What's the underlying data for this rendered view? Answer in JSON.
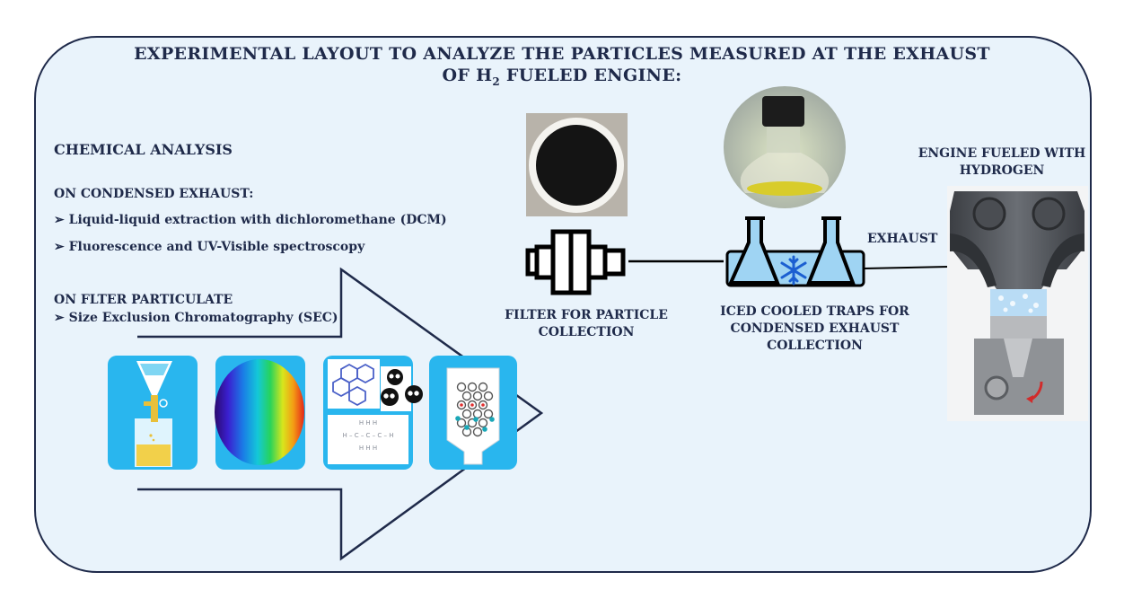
{
  "title": {
    "line1": "EXPERIMENTAL LAYOUT TO ANALYZE THE PARTICLES MEASURED AT THE EXHAUST",
    "line2_prefix": "OF H",
    "line2_sub": "2",
    "line2_suffix": " FUELED ENGINE:"
  },
  "chemical": {
    "heading": "CHEMICAL ANALYSIS",
    "condensed_heading": "ON CONDENSED EXHAUST:",
    "bullet_symbol": "➢",
    "condensed_items": [
      "Liquid-liquid extraction with dichloromethane (DCM)",
      "Fluorescence and UV-Visible spectroscopy"
    ],
    "filter_heading": "ON FLTER PARTICULATE",
    "filter_items": [
      "Size Exclusion Chromatography (SEC)"
    ]
  },
  "filter_caption": [
    "FILTER FOR PARTICLE",
    "COLLECTION"
  ],
  "traps_caption": [
    "ICED COOLED TRAPS FOR",
    "CONDENSED EXHAUST",
    "COLLECTION"
  ],
  "exhaust_label": "EXHAUST",
  "engine_caption": [
    "ENGINE FUELED WITH",
    "HYDROGEN"
  ],
  "molecule_chain": {
    "row1": "H    H    H",
    "row2": "H – C – C – C – H",
    "row3": "H    H    H"
  },
  "colors": {
    "border": "#1f2a4a",
    "panel": "#e9f3fb",
    "tile": "#29b6ee",
    "arrow": "#1f2a4a"
  }
}
